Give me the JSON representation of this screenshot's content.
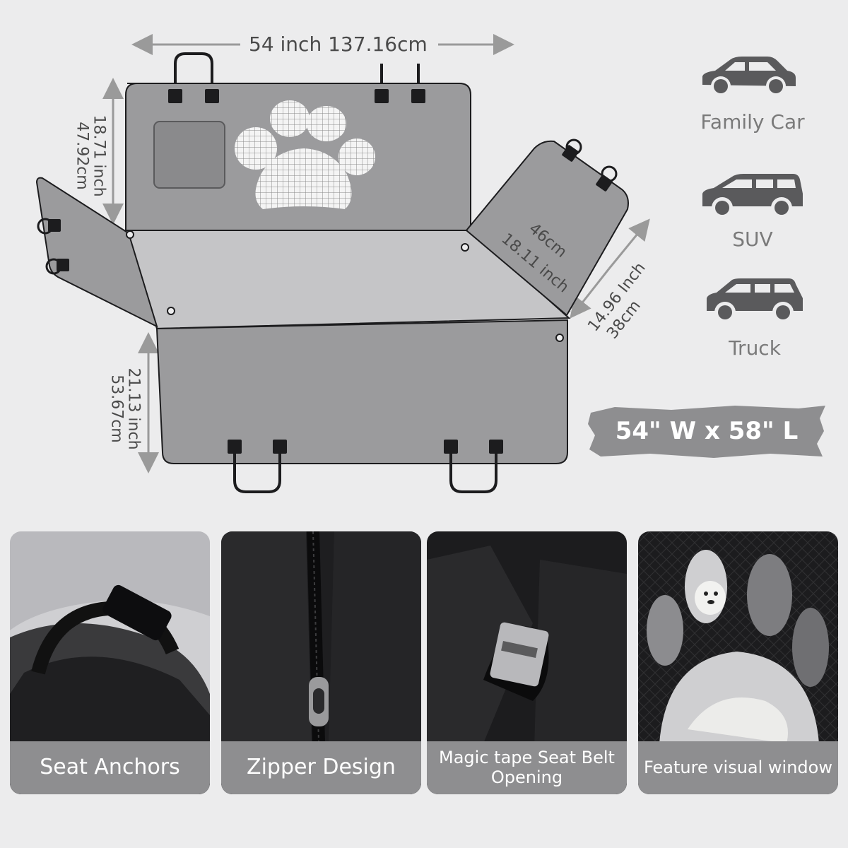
{
  "dimensions": {
    "top_width": "54 inch 137.16cm",
    "back_height_inch": "18.71 inch",
    "back_height_cm": "47.92cm",
    "flap_width_cm": "46cm",
    "flap_width_inch": "18.11 inch",
    "flap_height_inch": "14.96 Inch",
    "flap_height_cm": "38cm",
    "seat_height_inch": "21.13 inch",
    "seat_height_cm": "53.67cm"
  },
  "vehicles": [
    {
      "label": "Family Car",
      "icon": "sedan-icon"
    },
    {
      "label": "SUV",
      "icon": "suv-icon"
    },
    {
      "label": "Truck",
      "icon": "truck-icon"
    }
  ],
  "size_banner": "54\" W x 58\" L",
  "features": [
    {
      "label": "Seat Anchors"
    },
    {
      "label": "Zipper Design"
    },
    {
      "label": "Magic tape Seat Belt Opening"
    },
    {
      "label": "Feature visual window"
    }
  ],
  "colors": {
    "background": "#ececed",
    "fabric": "#9b9b9d",
    "fabric_light": "#c5c5c7",
    "card_label": "#8e8e90",
    "dark": "#1c1c1e"
  }
}
